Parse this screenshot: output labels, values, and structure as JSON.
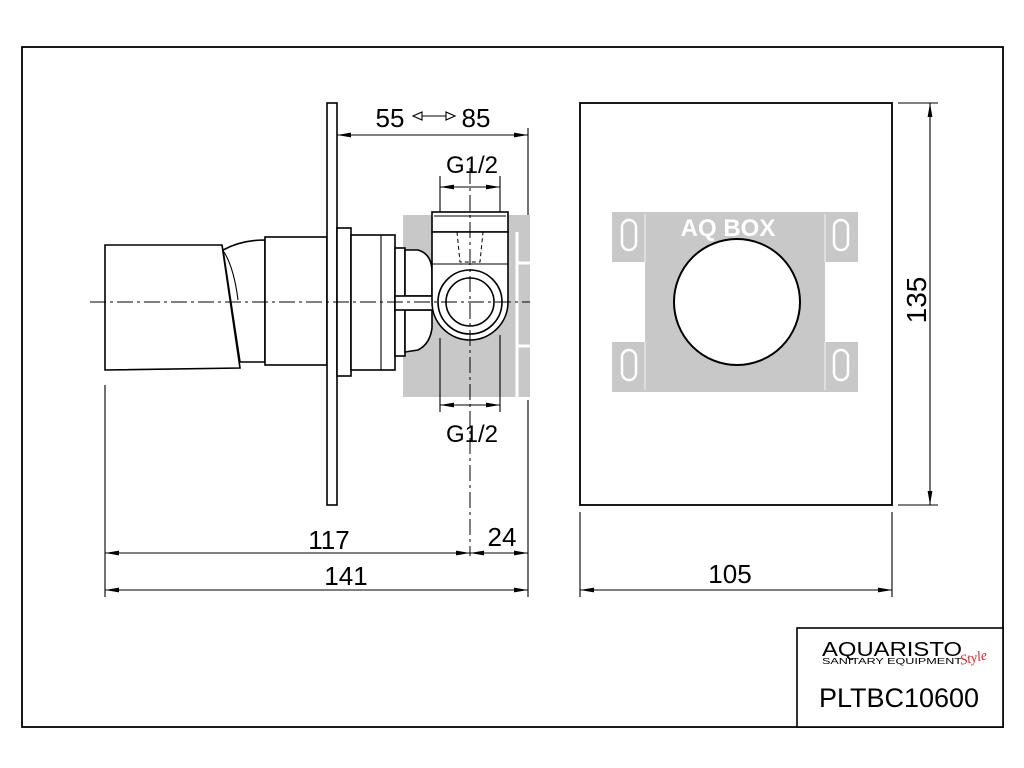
{
  "side_view": {
    "depth_min": "55",
    "depth_max": "85",
    "thread_top": "G1/2",
    "thread_bottom": "G1/2",
    "handle_length": "117",
    "box_depth": "24",
    "total_length": "141"
  },
  "front_view": {
    "box_label": "AQ BOX",
    "height": "135",
    "width": "105"
  },
  "title_block": {
    "brand": "AQUARISTO",
    "tagline": "SANITARY EQUIPMENT",
    "brand_script": "Style",
    "part_number": "PLTBC10600"
  },
  "icons": {
    "depth_range_symbol": "double-arrow-icon"
  },
  "colors": {
    "line": "#000000",
    "paper": "#ffffff",
    "box_gray": "#c8c8c8",
    "brand_red": "#d9262b"
  }
}
